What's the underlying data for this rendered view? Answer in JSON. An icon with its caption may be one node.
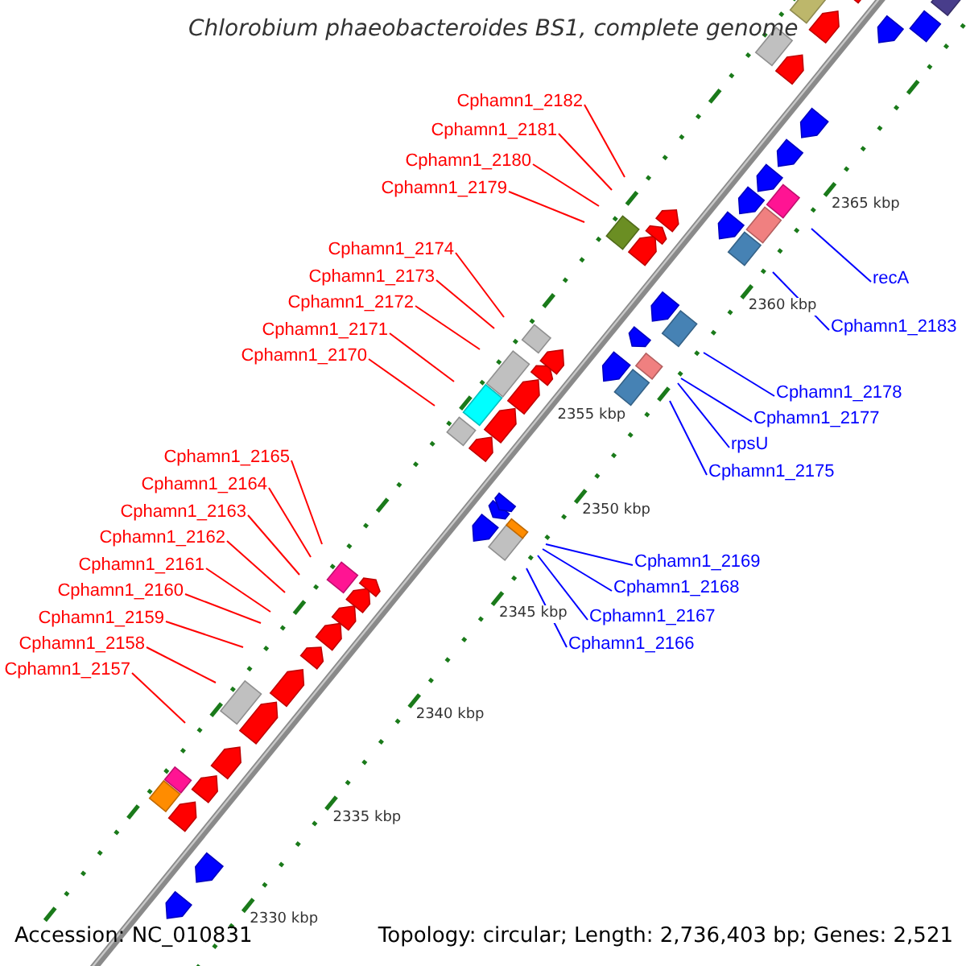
{
  "diagram": {
    "title": "Chlorobium phaeobacteroides BS1, complete genome",
    "nodes": [
      {
        "text": [
          "Cphamn1_2182"
        ]
      },
      {
        "text": [
          "Cphamn1_2181"
        ]
      },
      {
        "text": [
          "Cphamn1_2180"
        ]
      },
      {
        "text": [
          "Cphamn1_2179"
        ]
      },
      {
        "text": [
          "Cphamn1_2174"
        ]
      },
      {
        "text": [
          "recA"
        ]
      },
      {
        "text": [
          "Cphamn1_2173"
        ]
      },
      {
        "text": [
          "Cphamn1_2172"
        ]
      },
      {
        "text": [
          "Cphamn1_2183"
        ]
      },
      {
        "text": [
          "Cphamn1_2171"
        ]
      },
      {
        "text": [
          "Cphamn1_2170"
        ]
      },
      {
        "text": [
          "Cphamn1_2178"
        ]
      },
      {
        "text": [
          "Cphamn1_2177"
        ]
      },
      {
        "text": [
          "rpsU"
        ]
      },
      {
        "text": [
          "Cphamn1_2165"
        ]
      },
      {
        "text": [
          "Cphamn1_2175"
        ]
      },
      {
        "text": [
          "Cphamn1_2164"
        ]
      },
      {
        "text": [
          "Cphamn1_2163"
        ]
      },
      {
        "text": [
          "Cphamn1_2162"
        ]
      },
      {
        "text": [
          "Cphamn1_2169"
        ]
      },
      {
        "text": [
          "Cphamn1_2161"
        ]
      },
      {
        "text": [
          "Cphamn1_2168"
        ]
      },
      {
        "text": [
          "Cphamn1_2160"
        ]
      },
      {
        "text": [
          "Cphamn1_2167"
        ]
      },
      {
        "text": [
          "Cphamn1_2159"
        ]
      },
      {
        "text": [
          "Cphamn1_2166"
        ]
      },
      {
        "text": [
          "Cphamn1_2158"
        ]
      },
      {
        "text": [
          "Cphamn1_2157"
        ]
      }
    ],
    "edges": [
      {
        "from": 0,
        "to": null,
        "arrow": "none"
      },
      {
        "from": 1,
        "to": null,
        "arrow": "none"
      },
      {
        "from": 2,
        "to": null,
        "arrow": "none"
      },
      {
        "from": 3,
        "to": null,
        "arrow": "none"
      },
      {
        "from": 4,
        "to": null,
        "arrow": "none"
      },
      {
        "from": 5,
        "to": null,
        "arrow": "none",
        "color": "#0000ff"
      },
      {
        "from": 6,
        "to": null,
        "arrow": "none"
      },
      {
        "from": 7,
        "to": null,
        "arrow": "none"
      },
      {
        "from": 8,
        "to": null,
        "arrow": "none",
        "color": "#0000ff"
      },
      {
        "from": 9,
        "to": null,
        "arrow": "none"
      },
      {
        "from": 10,
        "to": null,
        "arrow": "none"
      },
      {
        "from": 11,
        "to": null,
        "arrow": "none",
        "color": "#0000ff"
      },
      {
        "from": 12,
        "to": null,
        "arrow": "none",
        "color": "#0000ff"
      },
      {
        "from": 13,
        "to": null,
        "arrow": "none",
        "color": "#0000ff"
      },
      {
        "from": 14,
        "to": null,
        "arrow": "none"
      },
      {
        "from": 15,
        "to": null,
        "arrow": "none",
        "color": "#0000ff"
      },
      {
        "from": 16,
        "to": null,
        "arrow": "none"
      },
      {
        "from": 17,
        "to": null,
        "arrow": "none"
      },
      {
        "from": 18,
        "to": null,
        "arrow": "none"
      },
      {
        "from": 19,
        "to": null,
        "arrow": "none",
        "color": "#0000ff"
      },
      {
        "from": 20,
        "to": null,
        "arrow": "none"
      },
      {
        "from": 21,
        "to": null,
        "arrow": "none",
        "color": "#0000ff"
      },
      {
        "from": 22,
        "to": null,
        "arrow": "none"
      },
      {
        "from": 23,
        "to": null,
        "arrow": "none",
        "color": "#0000ff"
      },
      {
        "from": 24,
        "to": null,
        "arrow": "none"
      },
      {
        "from": 25,
        "to": null,
        "arrow": "none",
        "color": "#0000ff"
      },
      {
        "from": 26,
        "to": null,
        "arrow": "none"
      },
      {
        "from": 27,
        "to": null,
        "arrow": "none"
      }
    ],
    "labels": [
      "2365 kbp",
      "2360 kbp",
      "2355 kbp",
      "2350 kbp",
      "2345 kbp",
      "2340 kbp",
      "2335 kbp",
      "2330 kbp",
      "Accession: NC_010831",
      "Topology: circular; Length: 2,736,403 bp; Genes: 2,521"
    ]
  }
}
